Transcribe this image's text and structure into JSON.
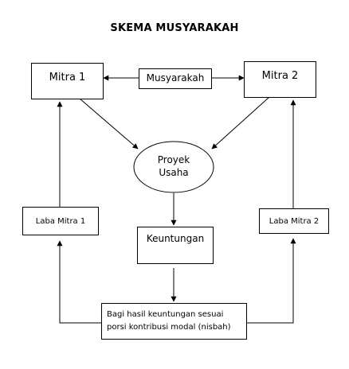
{
  "diagram": {
    "title": "SKEMA MUSYARAKAH",
    "nodes": {
      "mitra1": "Mitra 1",
      "mitra2": "Mitra 2",
      "musyarakah": "Musyarakah",
      "proyek_line1": "Proyek",
      "proyek_line2": "Usaha",
      "laba_mitra1": "Laba Mitra 1",
      "laba_mitra2": "Laba Mitra 2",
      "keuntungan": "Keuntungan",
      "bagi_hasil_line1": "Bagi hasil keuntungan sesuai",
      "bagi_hasil_line2": "porsi kontribusi modal (nisbah)"
    }
  }
}
